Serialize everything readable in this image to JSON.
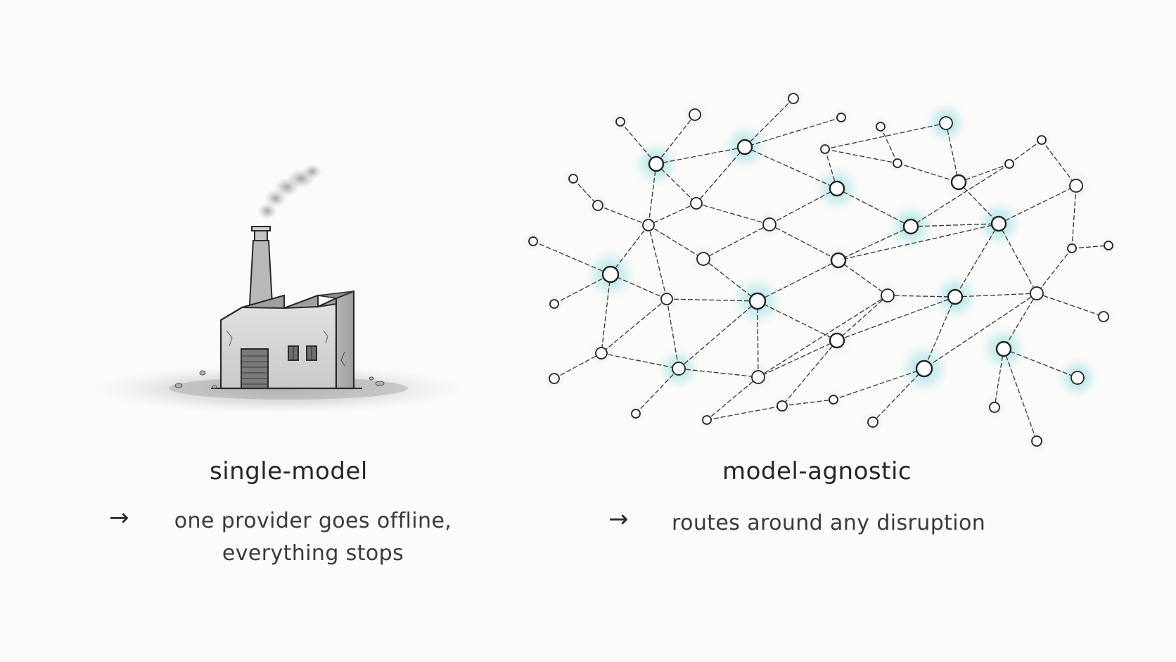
{
  "left": {
    "title": "single-model",
    "arrow": "→",
    "caption_line1": "one provider goes offline,",
    "caption_line2": "everything stops"
  },
  "right": {
    "title": "model-agnostic",
    "arrow": "→",
    "caption": "routes around any disruption"
  },
  "colors": {
    "ink": "#2a2a2a",
    "highlight": "#7fd6dc",
    "highlight_strong": "#4cc3cc",
    "factory_wash": "#bdbdbd"
  }
}
